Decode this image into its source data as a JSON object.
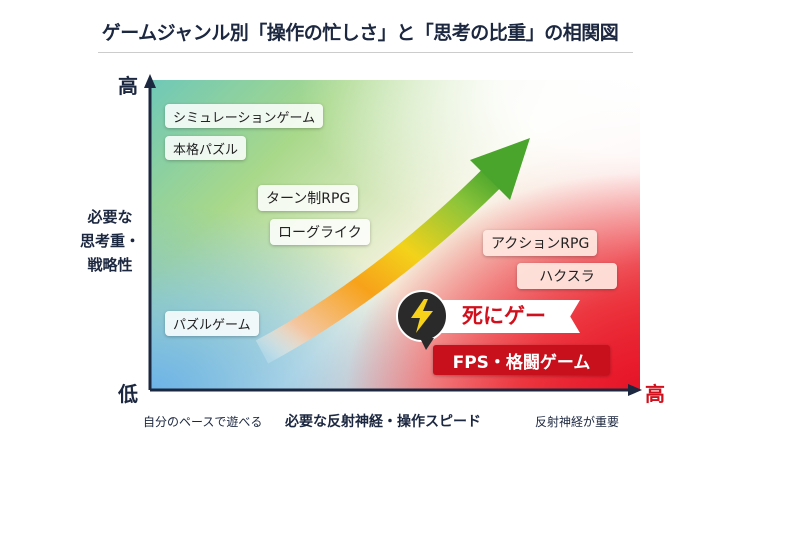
{
  "title": "ゲームジャンル別「操作の忙しさ」と「思考の比重」の相関図",
  "y_axis": {
    "high": "高",
    "low": "低",
    "label_lines": [
      "必要な",
      "思考重・",
      "戦略性"
    ]
  },
  "x_axis": {
    "high": "高",
    "label": "必要な反射神経・操作スピード",
    "left_note": "自分のペースで遊べる",
    "right_note": "反射神経が重要"
  },
  "genres": {
    "simulation": "シミュレーションゲーム",
    "puzzle_hard": "本格パズル",
    "turn_rpg": "ターン制RPG",
    "roguelike": "ローグライク",
    "puzzle": "パズルゲーム",
    "action_rpg": "アクションRPG",
    "hackslash": "ハクスラ",
    "fps": "FPS・格闘ゲーム"
  },
  "highlight": {
    "banner": "死にゲー",
    "icon": "lightning-icon",
    "color": "#d0101c"
  },
  "colors": {
    "axis": "#1c2740",
    "accent_red": "#d0101c"
  }
}
